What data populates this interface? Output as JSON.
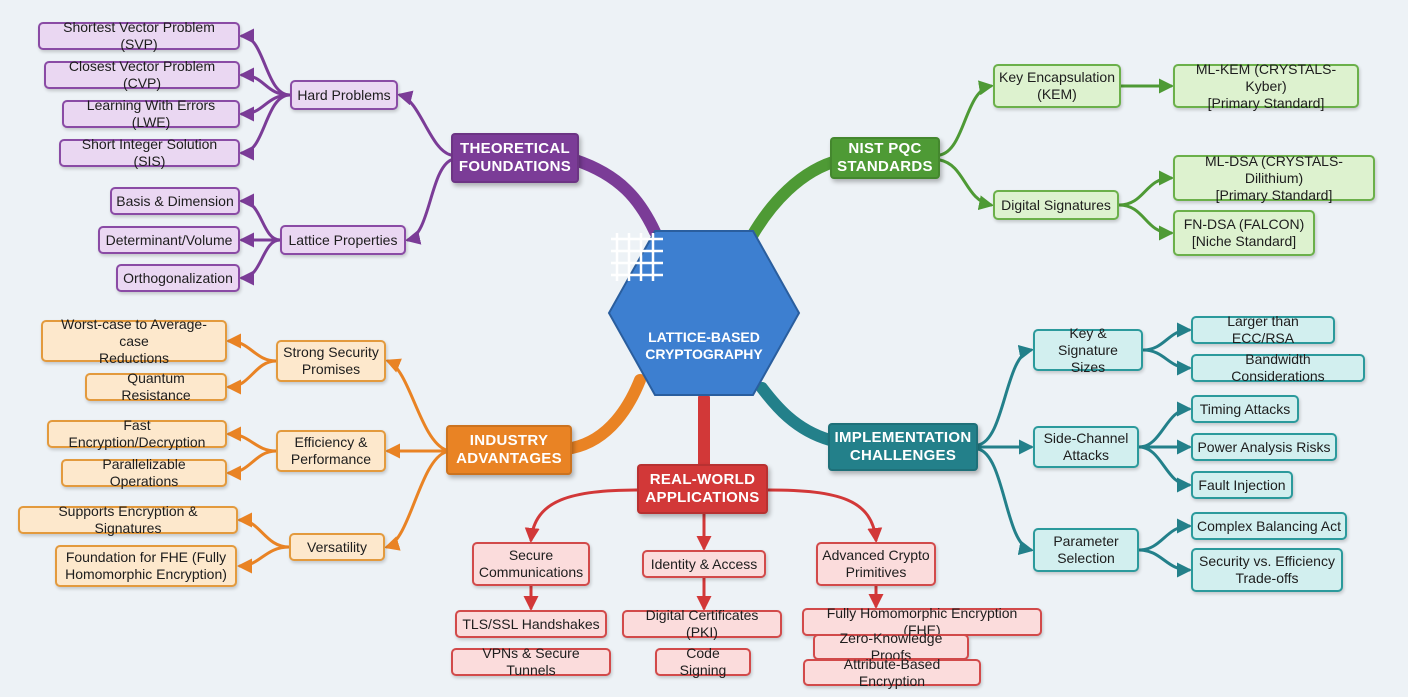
{
  "center": {
    "title": "LATTICE-BASED\nCRYPTOGRAPHY",
    "icon": "lattice-grid-icon",
    "color": "#3d7fd0"
  },
  "colors": {
    "theoretical": "#7b3c97",
    "nist": "#4e9a35",
    "industry": "#e98324",
    "implementation": "#23808a",
    "applications": "#d23838"
  },
  "branches": {
    "theoretical": {
      "title": "THEORETICAL\nFOUNDATIONS",
      "groups": [
        {
          "label": "Hard Problems",
          "items": [
            "Shortest Vector Problem (SVP)",
            "Closest Vector Problem (CVP)",
            "Learning With Errors (LWE)",
            "Short Integer Solution (SIS)"
          ]
        },
        {
          "label": "Lattice Properties",
          "items": [
            "Basis & Dimension",
            "Determinant/Volume",
            "Orthogonalization"
          ]
        }
      ]
    },
    "nist": {
      "title": "NIST PQC\nSTANDARDS",
      "groups": [
        {
          "label": "Key Encapsulation\n(KEM)",
          "items": [
            "ML-KEM (CRYSTALS-Kyber)\n[Primary Standard]"
          ]
        },
        {
          "label": "Digital Signatures",
          "items": [
            "ML-DSA (CRYSTALS-Dilithium)\n[Primary Standard]",
            "FN-DSA (FALCON)\n[Niche Standard]"
          ]
        }
      ]
    },
    "industry": {
      "title": "INDUSTRY\nADVANTAGES",
      "groups": [
        {
          "label": "Strong Security\nPromises",
          "items": [
            "Worst-case to Average-case\nReductions",
            "Quantum Resistance"
          ]
        },
        {
          "label": "Efficiency &\nPerformance",
          "items": [
            "Fast Encryption/Decryption",
            "Parallelizable Operations"
          ]
        },
        {
          "label": "Versatility",
          "items": [
            "Supports Encryption & Signatures",
            "Foundation for FHE (Fully\nHomomorphic Encryption)"
          ]
        }
      ]
    },
    "implementation": {
      "title": "IMPLEMENTATION\nCHALLENGES",
      "groups": [
        {
          "label": "Key & Signature\nSizes",
          "items": [
            "Larger than ECC/RSA",
            "Bandwidth Considerations"
          ]
        },
        {
          "label": "Side-Channel\nAttacks",
          "items": [
            "Timing Attacks",
            "Power Analysis Risks",
            "Fault Injection"
          ]
        },
        {
          "label": "Parameter\nSelection",
          "items": [
            "Complex Balancing Act",
            "Security vs. Efficiency\nTrade-offs"
          ]
        }
      ]
    },
    "applications": {
      "title": "REAL-WORLD\nAPPLICATIONS",
      "groups": [
        {
          "label": "Secure\nCommunications",
          "items": [
            "TLS/SSL Handshakes",
            "VPNs & Secure Tunnels"
          ]
        },
        {
          "label": "Identity & Access",
          "items": [
            "Digital Certificates (PKI)",
            "Code Signing"
          ]
        },
        {
          "label": "Advanced Crypto\nPrimitives",
          "items": [
            "Fully Homomorphic Encryption (FHE)",
            "Zero-Knowledge Proofs",
            "Attribute-Based Encryption"
          ]
        }
      ]
    }
  }
}
